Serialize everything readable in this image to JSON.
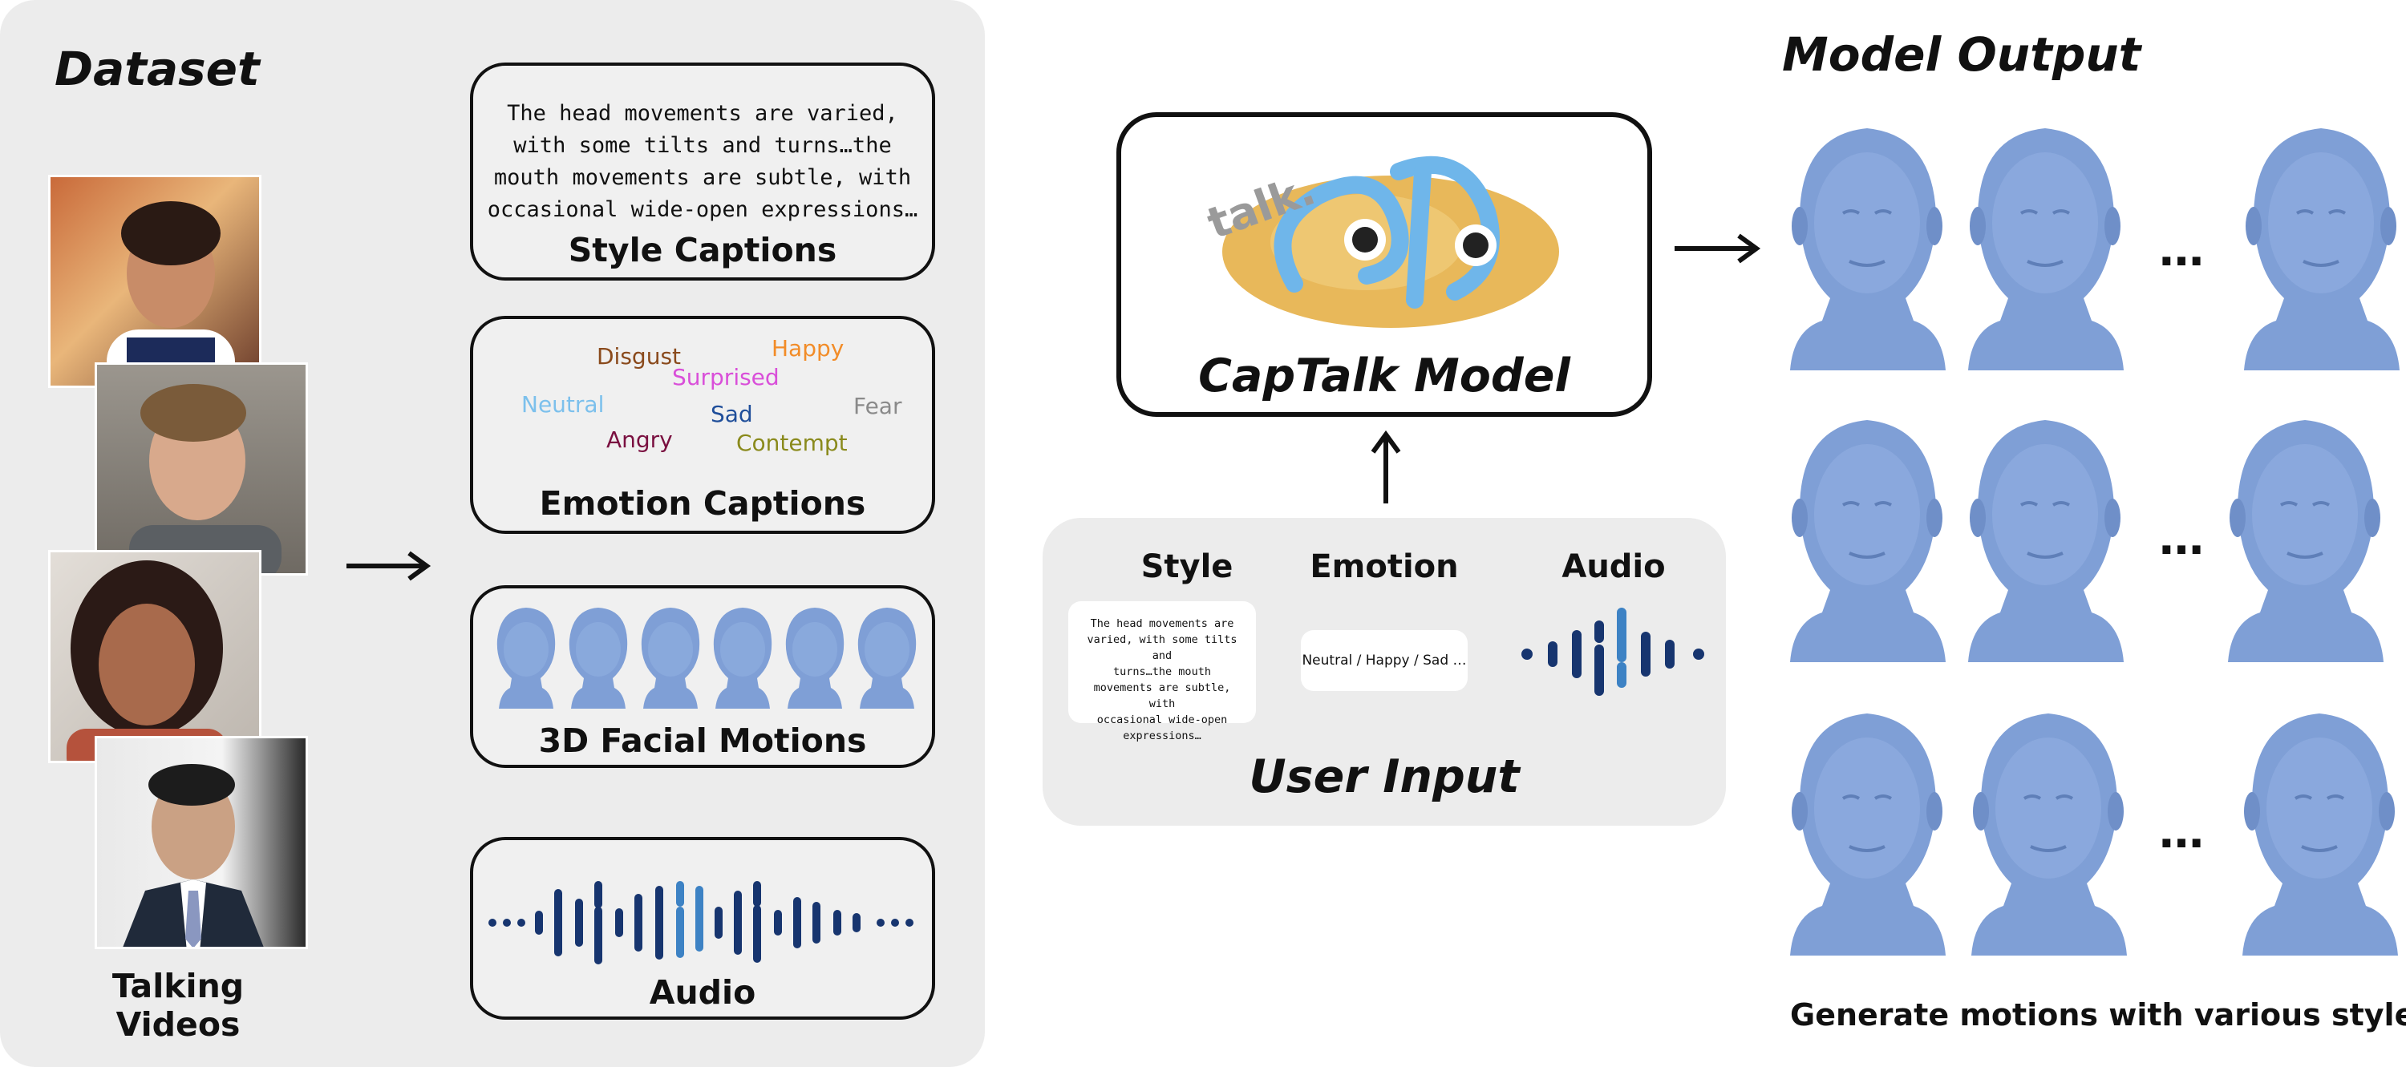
{
  "dataset": {
    "title": "Dataset",
    "videos_label": "Talking Videos",
    "style_caption_text": [
      "The head movements are varied,",
      "with some tilts and turns…the",
      "mouth movements are subtle, with",
      "occasional wide-open expressions…"
    ],
    "style_captions_label": "Style Captions",
    "emotions": [
      {
        "label": "Disgust",
        "color": "#8a4a1c"
      },
      {
        "label": "Happy",
        "color": "#f28c28"
      },
      {
        "label": "Surprised",
        "color": "#d94fd9"
      },
      {
        "label": "Neutral",
        "color": "#7cc0ec"
      },
      {
        "label": "Sad",
        "color": "#1f4e9a"
      },
      {
        "label": "Fear",
        "color": "#8a8a8a"
      },
      {
        "label": "Angry",
        "color": "#7a1040"
      },
      {
        "label": "Contempt",
        "color": "#8a8a1c"
      }
    ],
    "emotion_captions_label": "Emotion Captions",
    "facial_motions_label": "3D Facial Motions",
    "audio_label": "Audio"
  },
  "model": {
    "logo_text": "talk.",
    "label": "CapTalk Model"
  },
  "user_input": {
    "style_label": "Style",
    "emotion_label": "Emotion",
    "audio_label": "Audio",
    "style_card_text": [
      "The head movements are",
      "varied, with some tilts and",
      "turns…the mouth",
      "movements are subtle, with",
      "occasional wide-open",
      "expressions…"
    ],
    "emotion_card_text": "Neutral / Happy / Sad …",
    "title": "User Input"
  },
  "output": {
    "title": "Model Output",
    "ellipsis": "…",
    "caption": "Generate motions with various styles"
  },
  "colors": {
    "head": "#7f9fd6",
    "audio_dark": "#17356f",
    "audio_light": "#3d82c4",
    "panel": "#ececec"
  }
}
